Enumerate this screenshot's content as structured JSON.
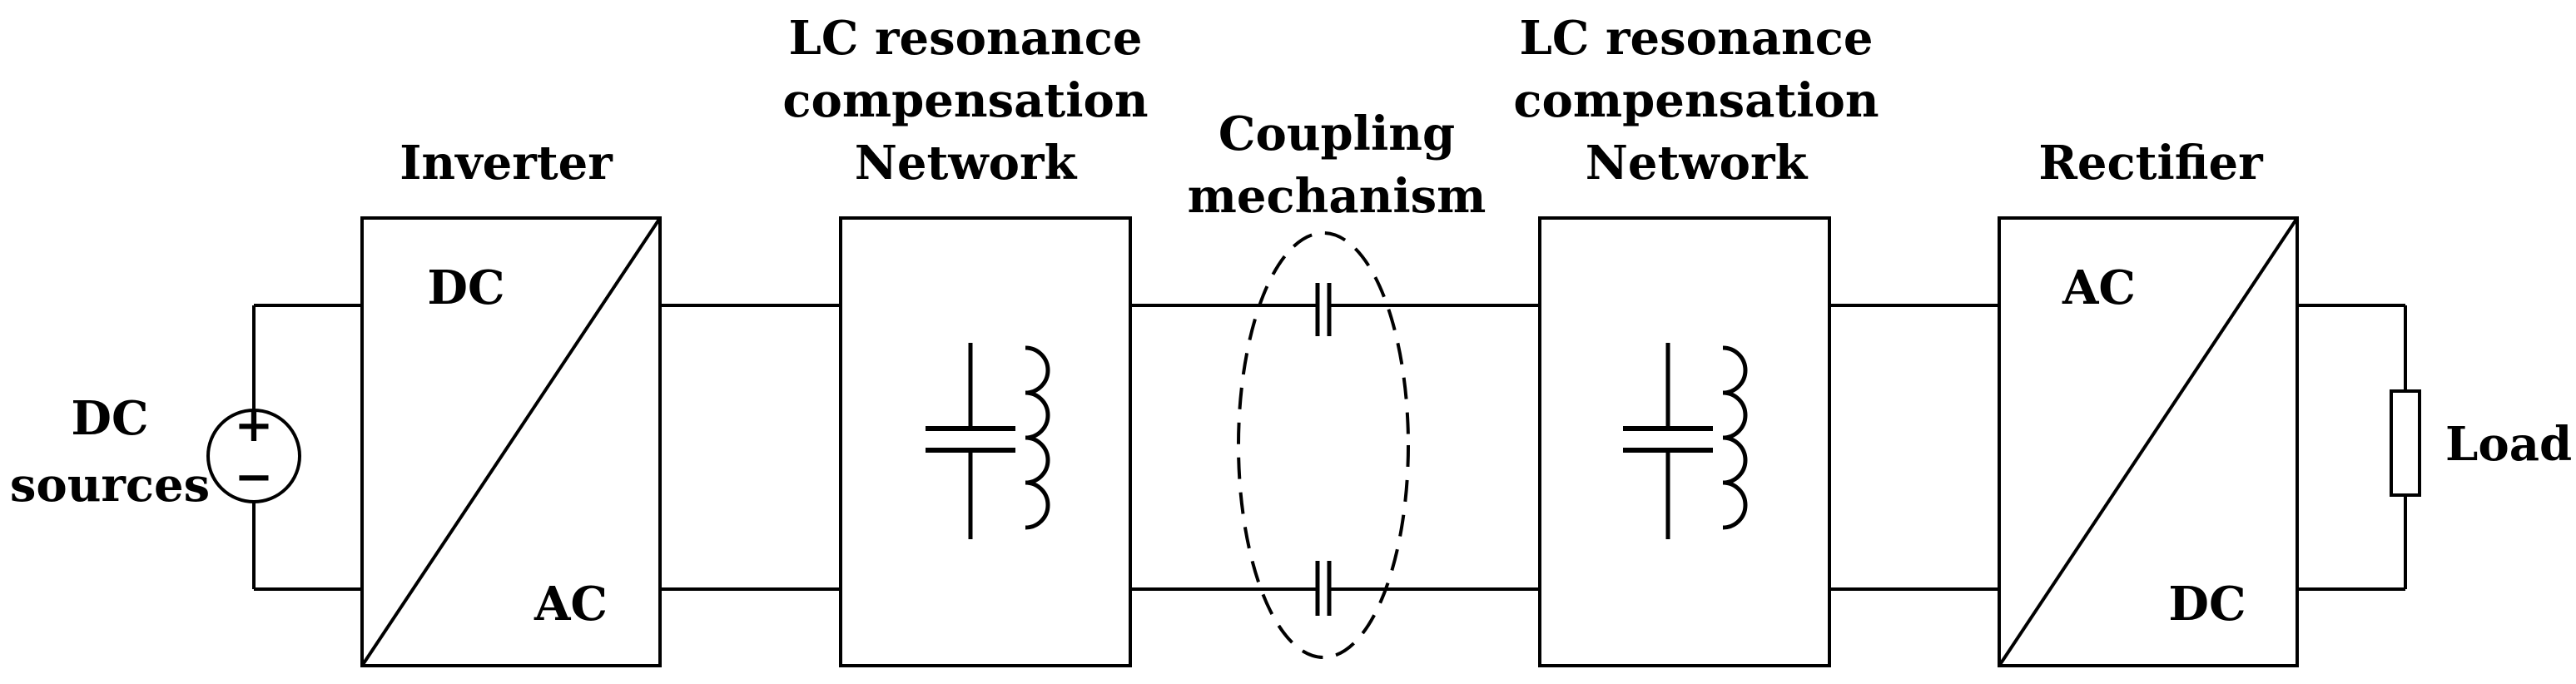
{
  "labels": {
    "inverter_title": "Inverter",
    "inverter_dc": "DC",
    "inverter_ac": "AC",
    "dc_sources_line1": "DC",
    "dc_sources_line2": "sources",
    "source_plus": "+",
    "source_minus": "−",
    "lc_left_line1": "LC resonance",
    "lc_left_line2": "compensation",
    "lc_left_line3": "Network",
    "coupling_line1": "Coupling",
    "coupling_line2": "mechanism",
    "lc_right_line1": "LC resonance",
    "lc_right_line2": "compensation",
    "lc_right_line3": "Network",
    "rectifier_title": "Rectifier",
    "rectifier_ac": "AC",
    "rectifier_dc": "DC",
    "load": "Load"
  },
  "style": {
    "stroke": "#000000",
    "background": "#ffffff"
  }
}
